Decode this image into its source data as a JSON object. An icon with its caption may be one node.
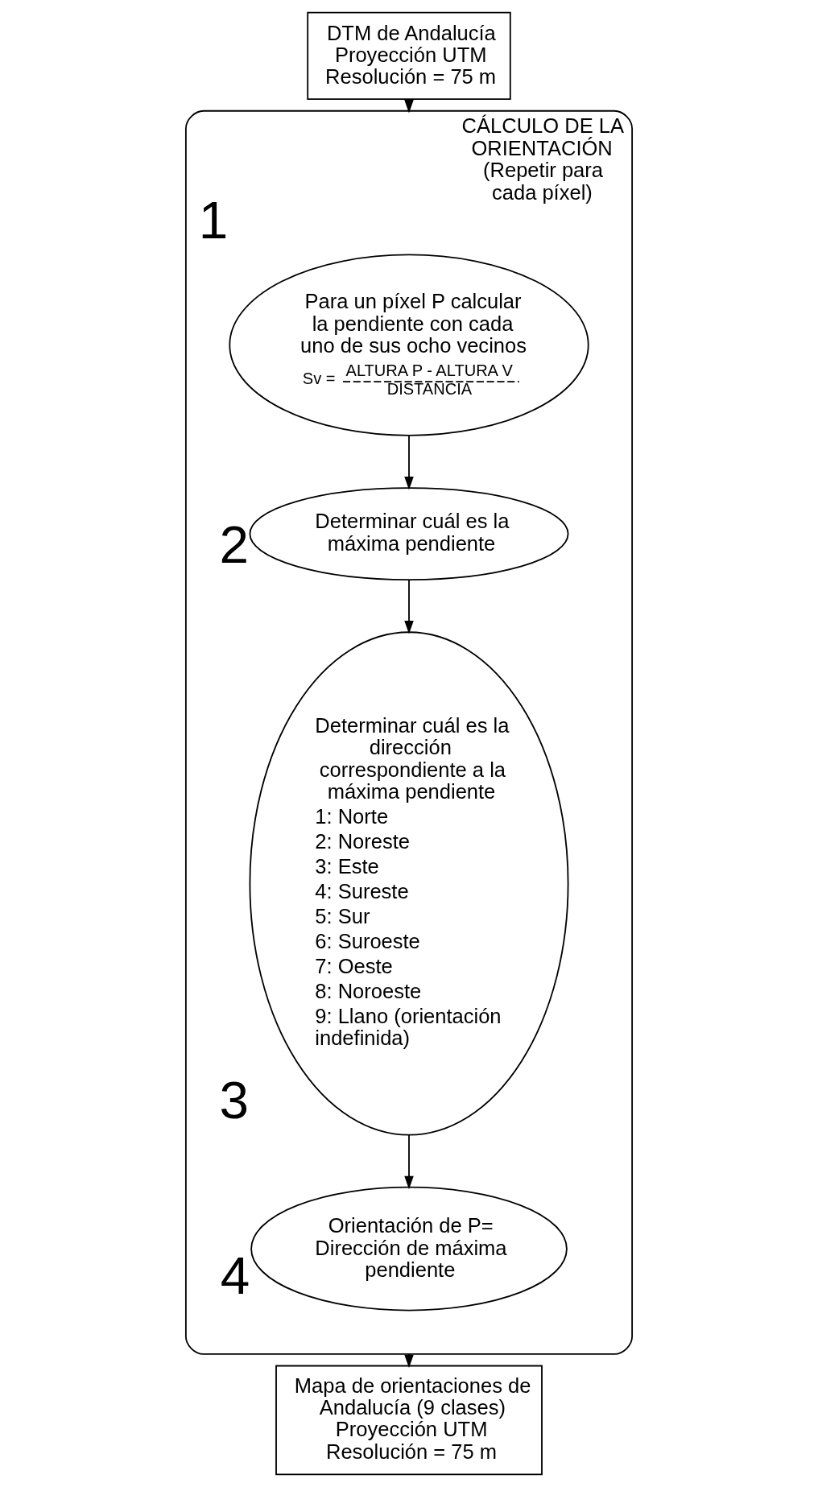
{
  "diagram": {
    "nodes": [
      {
        "text": [
          "DTM de Andalucía Proyección UTM Resolución = 75 m"
        ]
      },
      {
        "text": [
          "CÁLCULO DE LA ORIENTACIÓN (Repetir para cada píxel)"
        ]
      },
      {
        "text": [
          "Para un píxel P calcular la pendiente con cada uno de sus ocho vecinos",
          "Sv =",
          "ALTURA P - ALTURA V",
          "DISTANCIA"
        ],
        "in": 1,
        "beside": [
          "1"
        ]
      },
      {
        "text": [
          "Determinar cuál es la máxima pendiente"
        ],
        "in": 1,
        "beside": [
          "2"
        ]
      },
      {
        "text": [
          "Determinar cuál es la dirección correspondiente a la máxima pendiente",
          "1: Norte",
          "2: Noreste",
          "3: Este",
          "4: Sureste",
          "5: Sur",
          "6: Suroeste",
          "7: Oeste",
          "8: Noroeste",
          "9: Llano (orientación indefinida)"
        ],
        "in": 1,
        "beside": [
          "3"
        ]
      },
      {
        "text": [
          "Orientación de P= Dirección de máxima pendiente"
        ],
        "in": 1,
        "beside": [
          "4"
        ]
      },
      {
        "text": [
          "Mapa de orientaciones de Andalucía (9 clases) Proyección UTM Resolución = 75 m"
        ]
      }
    ],
    "edges": [
      {
        "from": 0,
        "to": 1,
        "arrow": "to"
      },
      {
        "from": 2,
        "to": 3,
        "arrow": "to"
      },
      {
        "from": 3,
        "to": 4,
        "arrow": "to"
      },
      {
        "from": 4,
        "to": 5,
        "arrow": "to"
      },
      {
        "from": 1,
        "to": 6,
        "arrow": "to"
      }
    ]
  }
}
